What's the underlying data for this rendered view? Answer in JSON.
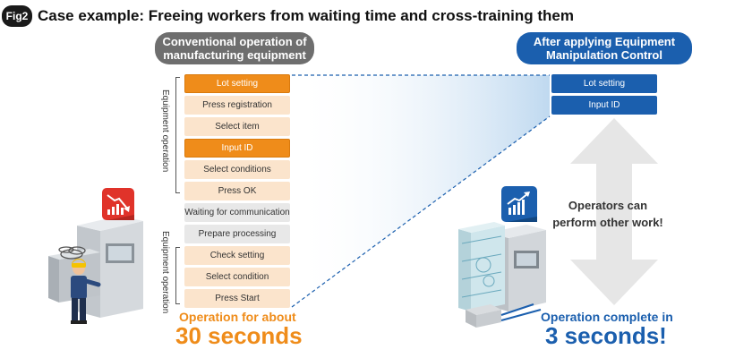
{
  "header": {
    "badge": "Fig2",
    "title": "Case example: Freeing workers from waiting time and cross-training them"
  },
  "left_header": {
    "line1": "Conventional operation of",
    "line2": "manufacturing equipment"
  },
  "right_header": {
    "line1": "After applying Equipment",
    "line2": "Manipulation Control"
  },
  "left_steps": [
    {
      "label": "Lot setting",
      "style": "orange"
    },
    {
      "label": "Press registration",
      "style": "peach"
    },
    {
      "label": "Select item",
      "style": "peach"
    },
    {
      "label": "Input ID",
      "style": "orange"
    },
    {
      "label": "Select conditions",
      "style": "peach"
    },
    {
      "label": "Press OK",
      "style": "peach"
    },
    {
      "label": "Waiting for communication",
      "style": "gray"
    },
    {
      "label": "Prepare processing",
      "style": "gray"
    },
    {
      "label": "Check setting",
      "style": "peach"
    },
    {
      "label": "Select condition",
      "style": "peach"
    },
    {
      "label": "Press Start",
      "style": "peach"
    }
  ],
  "right_steps": [
    {
      "label": "Lot setting"
    },
    {
      "label": "Input ID"
    }
  ],
  "side_labels": {
    "top": "Equipment operation",
    "bottom": "Equipment operation"
  },
  "left_result": {
    "line1": "Operation for about",
    "line2": "30 seconds"
  },
  "right_result": {
    "line1": "Operation complete in",
    "line2": "3 seconds!"
  },
  "other_work": {
    "line1": "Operators can",
    "line2": "perform other work!"
  },
  "colors": {
    "orange": "#ef8c1a",
    "peach": "#fbe4cc",
    "blue": "#1b5fae",
    "gray_header": "#6e6e6e",
    "arrow": "#e6e6e6"
  },
  "icons": {
    "left": "trend-down-icon",
    "right": "trend-up-icon"
  }
}
